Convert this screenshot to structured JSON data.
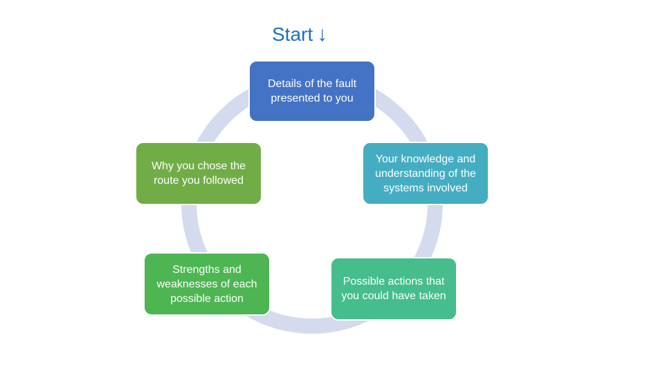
{
  "start": {
    "label": "Start",
    "arrow_icon": "down-arrow-icon",
    "color": "#1c6fc0"
  },
  "cycle": {
    "ring_color": "#d5dbee",
    "nodes": [
      {
        "id": "fault-details",
        "text": "Details of the fault presented to you",
        "color": "#4472c4"
      },
      {
        "id": "knowledge",
        "text": "Your knowledge and understanding of the systems involved",
        "color": "#45adc2"
      },
      {
        "id": "possible-actions",
        "text": "Possible actions that you could have taken",
        "color": "#45bd8c"
      },
      {
        "id": "strengths-weaknesses",
        "text": "Strengths and weaknesses of each possible action",
        "color": "#4db552"
      },
      {
        "id": "why-route",
        "text": "Why you chose the route you followed",
        "color": "#71ad47"
      }
    ]
  }
}
